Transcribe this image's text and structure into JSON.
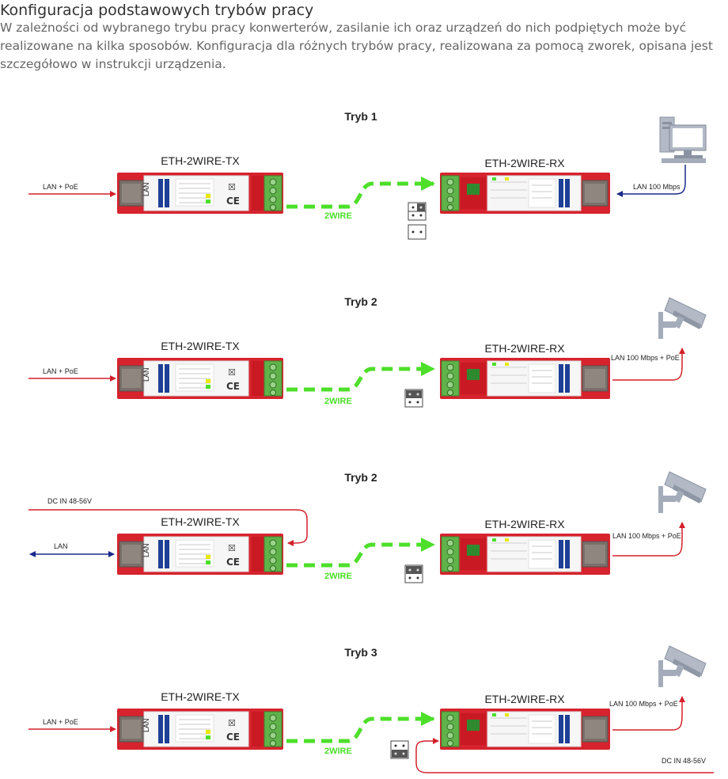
{
  "header": {
    "title": "Konfiguracja podstawowych trybów pracy",
    "description": "W zależności od wybranego trybu pracy konwerterów, zasilanie ich oraz urządzeń do nich podpiętych może być realizowane na kilka sposobów. Konfiguracja dla różnych trybów pracy, realizowana za pomocą zworek, opisana jest szczegółowo w instrukcji urządzenia."
  },
  "modes": [
    {
      "title": "Tryb 1",
      "tx": "ETH-2WIRE-TX",
      "rx": "ETH-2WIRE-RX",
      "wire": "2WIRE",
      "left_in": "LAN + PoE",
      "right_out": "LAN 100 Mbps",
      "right_device": "computer-icon"
    },
    {
      "title": "Tryb 2",
      "tx": "ETH-2WIRE-TX",
      "rx": "ETH-2WIRE-RX",
      "wire": "2WIRE",
      "left_in": "LAN + PoE",
      "right_out": "LAN 100 Mbps + PoE",
      "right_device": "camera-icon"
    },
    {
      "title": "Tryb 2",
      "tx": "ETH-2WIRE-TX",
      "rx": "ETH-2WIRE-RX",
      "wire": "2WIRE",
      "left_in": "LAN",
      "dc_in": "DC IN 48-56V",
      "right_out": "LAN 100 Mbps + PoE",
      "right_device": "camera-icon"
    },
    {
      "title": "Tryb 3",
      "tx": "ETH-2WIRE-TX",
      "rx": "ETH-2WIRE-RX",
      "wire": "2WIRE",
      "left_in": "LAN + PoE",
      "right_out": "LAN 100 Mbps + PoE",
      "dc_in": "DC IN 48-56V",
      "right_device": "camera-icon"
    }
  ],
  "colors": {
    "red": "#d4202a",
    "green": "#4ddf2a",
    "blue": "#1a2a8a",
    "gray": "#9aa2b0"
  }
}
